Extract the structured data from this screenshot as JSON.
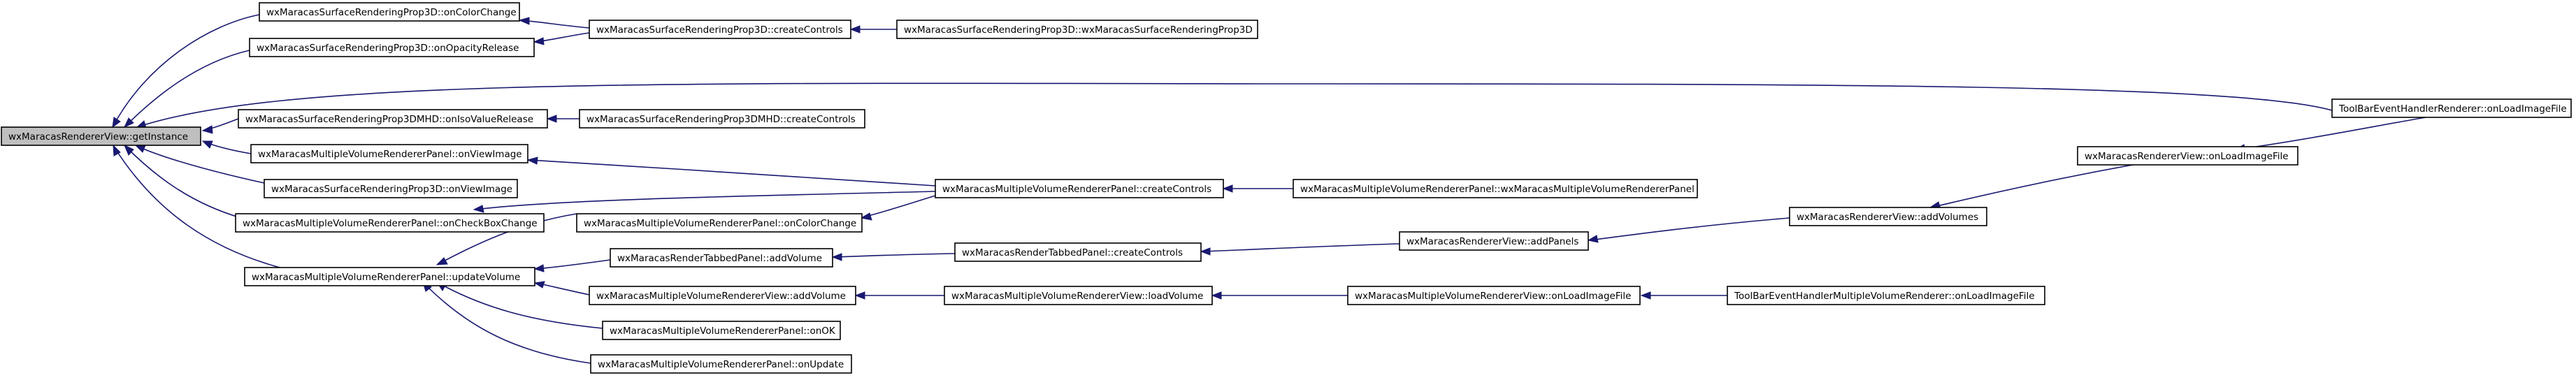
{
  "colors": {
    "edge": "#191970",
    "node_border": "#000000",
    "root_fill": "#bfbfbf",
    "node_fill": "#ffffff"
  },
  "nodes": {
    "root": {
      "label": "wxMaracasRendererView::getInstance"
    },
    "s3d_oncolor": {
      "label": "wxMaracasSurfaceRenderingProp3D::onColorChange"
    },
    "s3d_create": {
      "label": "wxMaracasSurfaceRenderingProp3D::createControls"
    },
    "s3d_ctor": {
      "label": "wxMaracasSurfaceRenderingProp3D::wxMaracasSurfaceRenderingProp3D"
    },
    "s3d_onopacity": {
      "label": "wxMaracasSurfaceRenderingProp3D::onOpacityRelease"
    },
    "tb_renderer_load": {
      "label": "ToolBarEventHandlerRenderer::onLoadImageFile"
    },
    "s3dmhd_oniso": {
      "label": "wxMaracasSurfaceRenderingProp3DMHD::onIsoValueRelease"
    },
    "s3dmhd_create": {
      "label": "wxMaracasSurfaceRenderingProp3DMHD::createControls"
    },
    "rview_onload": {
      "label": "wxMaracasRendererView::onLoadImageFile"
    },
    "mvpanel_onview": {
      "label": "wxMaracasMultipleVolumeRendererPanel::onViewImage"
    },
    "s3d_onview": {
      "label": "wxMaracasSurfaceRenderingProp3D::onViewImage"
    },
    "mvpanel_create": {
      "label": "wxMaracasMultipleVolumeRendererPanel::createControls"
    },
    "mvpanel_ctor": {
      "label": "wxMaracasMultipleVolumeRendererPanel::wxMaracasMultipleVolumeRendererPanel"
    },
    "mvpanel_oncheck": {
      "label": "wxMaracasMultipleVolumeRendererPanel::onCheckBoxChange"
    },
    "mvpanel_oncolor": {
      "label": "wxMaracasMultipleVolumeRendererPanel::onColorChange"
    },
    "rview_addvolumes": {
      "label": "wxMaracasRendererView::addVolumes"
    },
    "tabbed_addvolume": {
      "label": "wxMaracasRenderTabbedPanel::addVolume"
    },
    "tabbed_create": {
      "label": "wxMaracasRenderTabbedPanel::createControls"
    },
    "rview_addpanels": {
      "label": "wxMaracasRendererView::addPanels"
    },
    "mvpanel_update": {
      "label": "wxMaracasMultipleVolumeRendererPanel::updateVolume"
    },
    "mvview_addvolume": {
      "label": "wxMaracasMultipleVolumeRendererView::addVolume"
    },
    "mvview_loadvolume": {
      "label": "wxMaracasMultipleVolumeRendererView::loadVolume"
    },
    "mvview_onload": {
      "label": "wxMaracasMultipleVolumeRendererView::onLoadImageFile"
    },
    "tb_mv_load": {
      "label": "ToolBarEventHandlerMultipleVolumeRenderer::onLoadImageFile"
    },
    "mvpanel_onok": {
      "label": "wxMaracasMultipleVolumeRendererPanel::onOK"
    },
    "mvpanel_onupdate": {
      "label": "wxMaracasMultipleVolumeRendererPanel::onUpdate"
    }
  }
}
